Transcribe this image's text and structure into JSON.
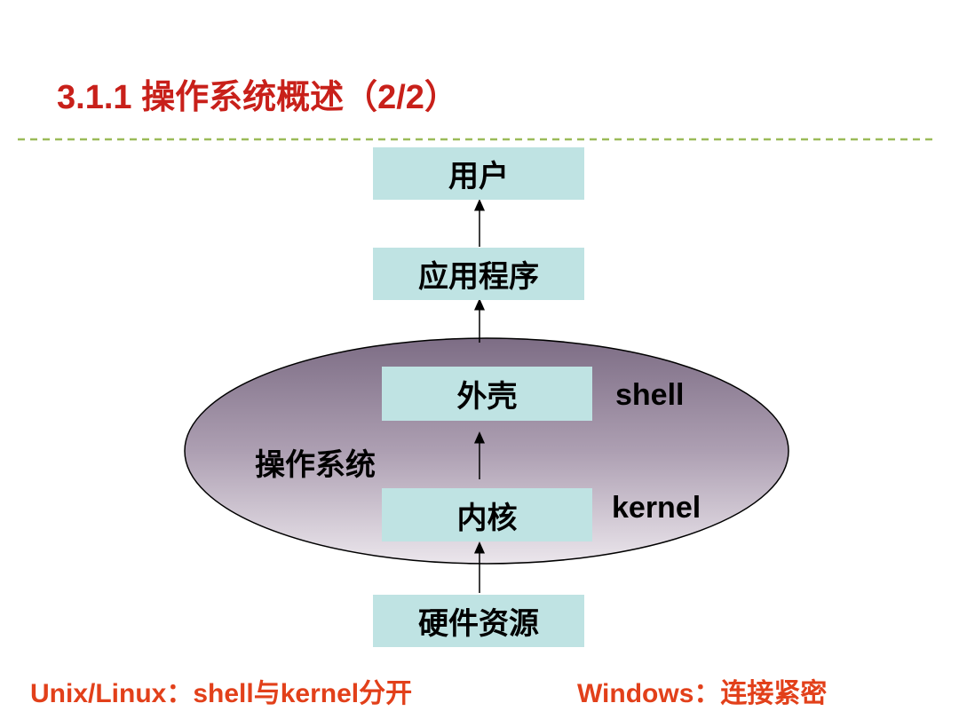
{
  "title": "3.1.1 操作系统概述（2/2）",
  "diagram": {
    "user": "用户",
    "application": "应用程序",
    "os_label": "操作系统",
    "shell_box": "外壳",
    "shell_en": "shell",
    "kernel_box": "内核",
    "kernel_en": "kernel",
    "hardware": "硬件资源"
  },
  "footer": {
    "unix": "Unix/Linux：shell与kernel分开",
    "windows": "Windows：连接紧密"
  },
  "colors": {
    "title": "#c8201a",
    "footer": "#e2401a",
    "box": "#bfe3e3",
    "divider": "#9bbb59"
  }
}
